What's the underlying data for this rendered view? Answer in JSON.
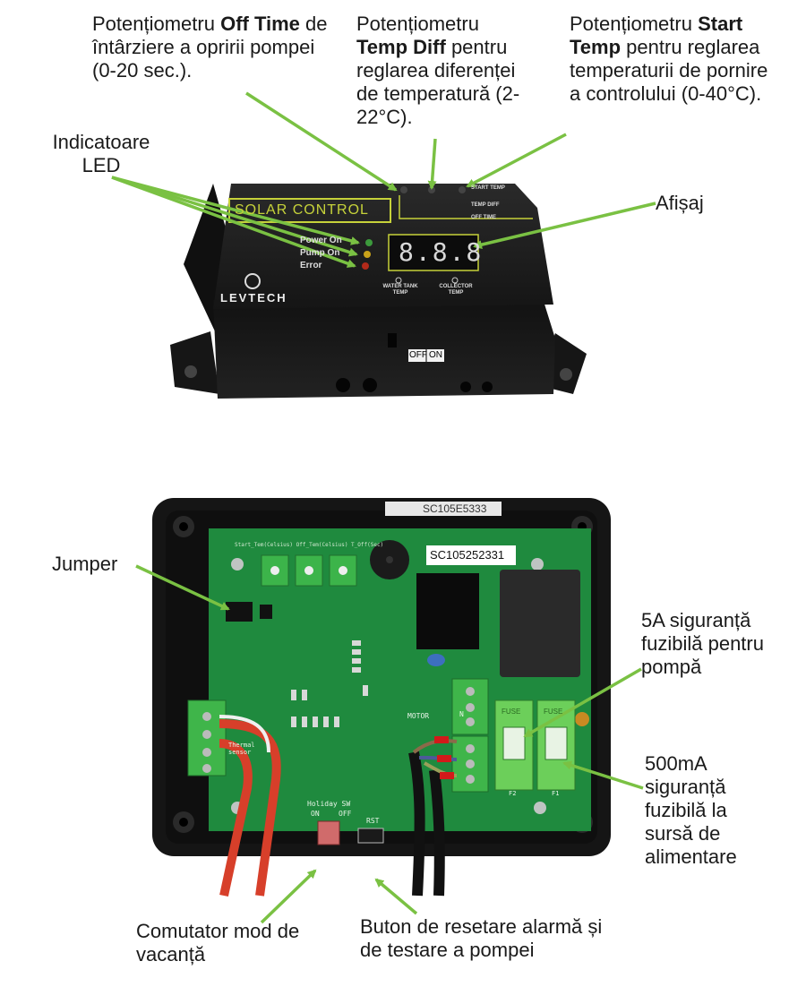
{
  "top_device": {
    "brand_box_text": "SOLAR CONTROL",
    "led_labels": [
      "Power On",
      "Pump On",
      "Error"
    ],
    "logo_text": "LEVTECH",
    "display_digits": "8.8.8",
    "sensor_labels": [
      "WATER TANK\nTEMP",
      "COLLECTOR\nTEMP"
    ],
    "pot_labels": [
      "START TEMP",
      "TEMP DIFF",
      "OFF TIME"
    ],
    "switch_off": "OFF",
    "switch_on": "ON"
  },
  "bottom_device": {
    "serial_top": "SC105E5333",
    "serial": "SC105252331",
    "pot_header": "Start_Tem(Celsius) Off_Tem(Celsius) T_Off(Sec)",
    "holiday_label": "Holiday SW",
    "holiday_on": "ON",
    "holiday_off": "OFF",
    "rst_label": "RST",
    "motor_label": "MOTOR",
    "n_label": "N",
    "thermal_label": "Thermal sensor",
    "f1": "F1",
    "f2": "F2",
    "fuse_text": "FUSE"
  },
  "annotations": {
    "off_time": {
      "prefix": "Potențiometru ",
      "bold": "Off Time",
      "rest": "de întârziere a opririi pompei (0-20 sec.)."
    },
    "temp_diff": {
      "prefix": "Potențiometru ",
      "bold": "Temp Diff",
      "rest": "pentru reglarea diferenței de temperatură (2-22°C)."
    },
    "start_temp": {
      "prefix": "Potențiometru ",
      "bold": "Start Temp",
      "rest": "pentru reglarea temperaturii de pornire a controlului (0-40°C)."
    },
    "leds": "Indicatoare LED",
    "display": "Afișaj",
    "jumper": "Jumper",
    "fuse_5a": "5A siguranță fuzibilă pentru pompă",
    "fuse_500ma": "500mA siguranță fuzibilă la sursă de alimentare",
    "holiday_switch": "Comutator mod de vacanță",
    "reset_button": "Buton de resetare alarmă și de testare a pompei"
  },
  "colors": {
    "arrow": "#7ac143",
    "case": "#1c1c1c",
    "pcb": "#1f8a3e",
    "terminal": "#3fb54a",
    "fuse_holder": "#6ccf5a"
  }
}
